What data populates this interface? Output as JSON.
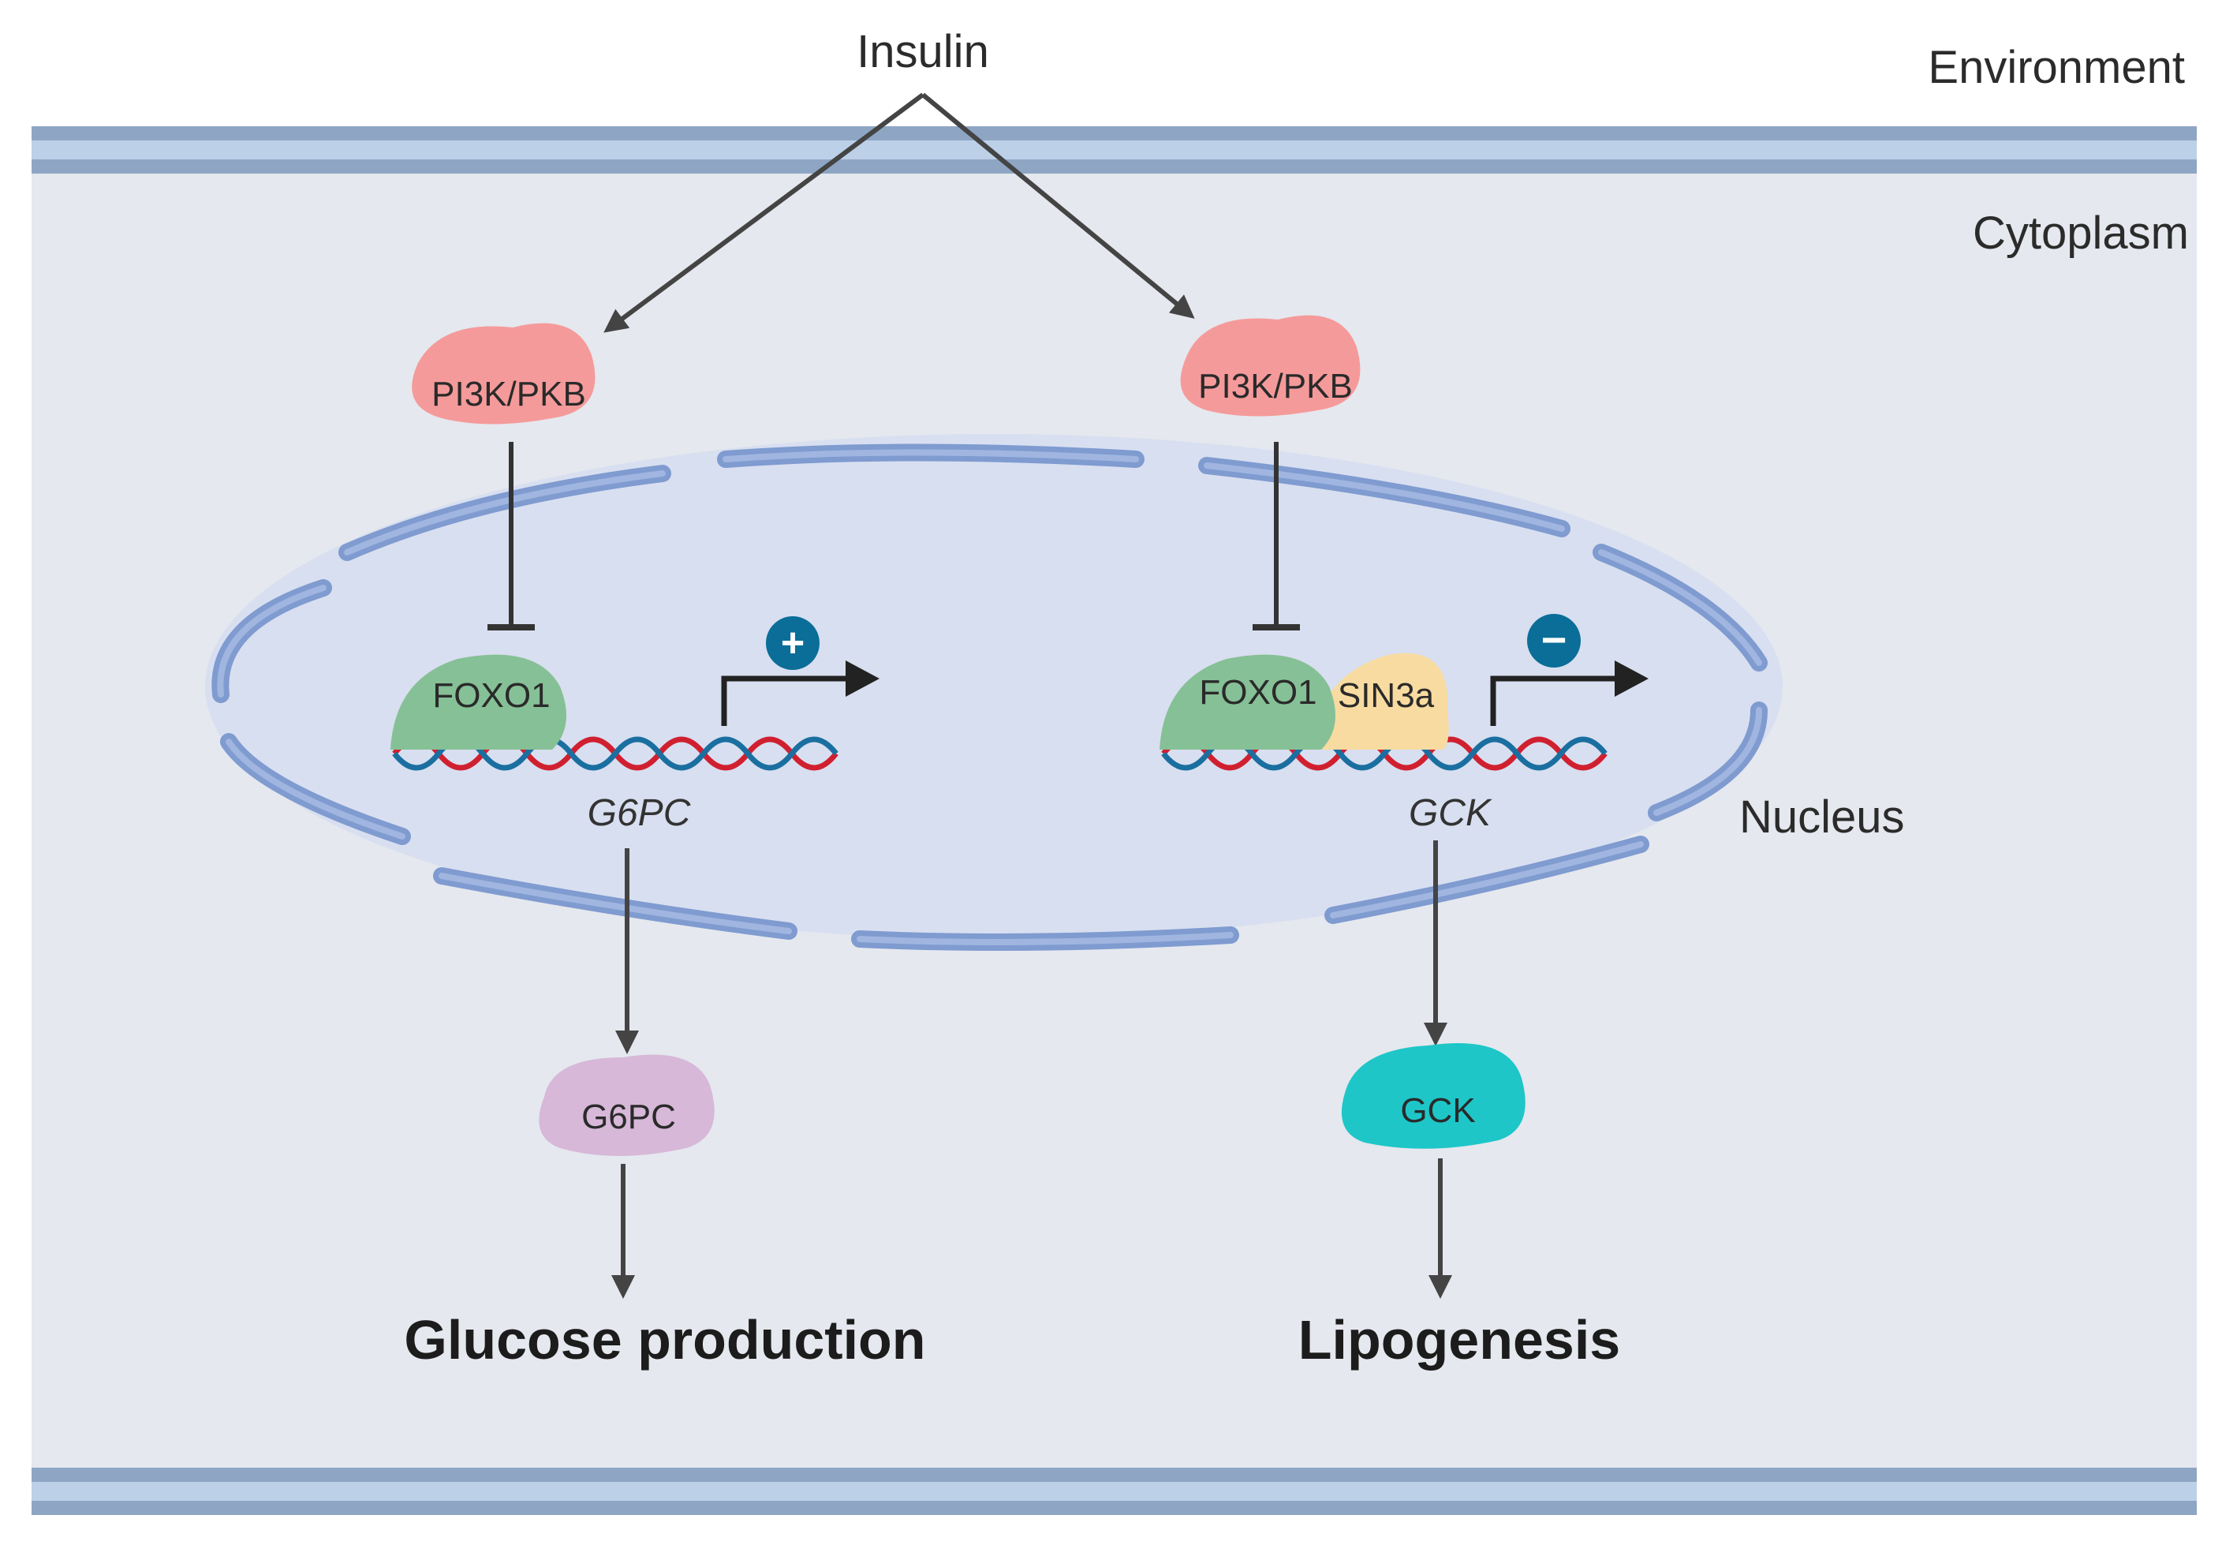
{
  "labels": {
    "insulin": "Insulin",
    "environment": "Environment",
    "cytoplasm": "Cytoplasm",
    "nucleus": "Nucleus"
  },
  "left_pathway": {
    "kinase": "PI3K/PKB",
    "transcription_factor": "FOXO1",
    "gene": "G6PC",
    "protein": "G6PC",
    "regulation_sign": "+",
    "outcome": "Glucose production"
  },
  "right_pathway": {
    "kinase": "PI3K/PKB",
    "transcription_factor": "FOXO1",
    "corepressor": "SIN3a",
    "gene": "GCK",
    "protein": "GCK",
    "regulation_sign": "−",
    "outcome": "Lipogenesis"
  },
  "colors": {
    "membrane": "#8ea6c4",
    "membrane_inner": "#bcd0e8",
    "cytoplasm": "#e5e8ee",
    "nucleus_fill": "#d8dff0",
    "nuclear_envelope": "#7f9bd0",
    "pi3k": "#f59a9a",
    "foxo1": "#86c096",
    "sin3a": "#f8dba0",
    "g6pc_protein": "#d7b8d8",
    "gck_protein": "#1ec6c8",
    "regulation_badge": "#0a6e98",
    "dna_red": "#d02030",
    "dna_blue": "#1a6fa0"
  }
}
